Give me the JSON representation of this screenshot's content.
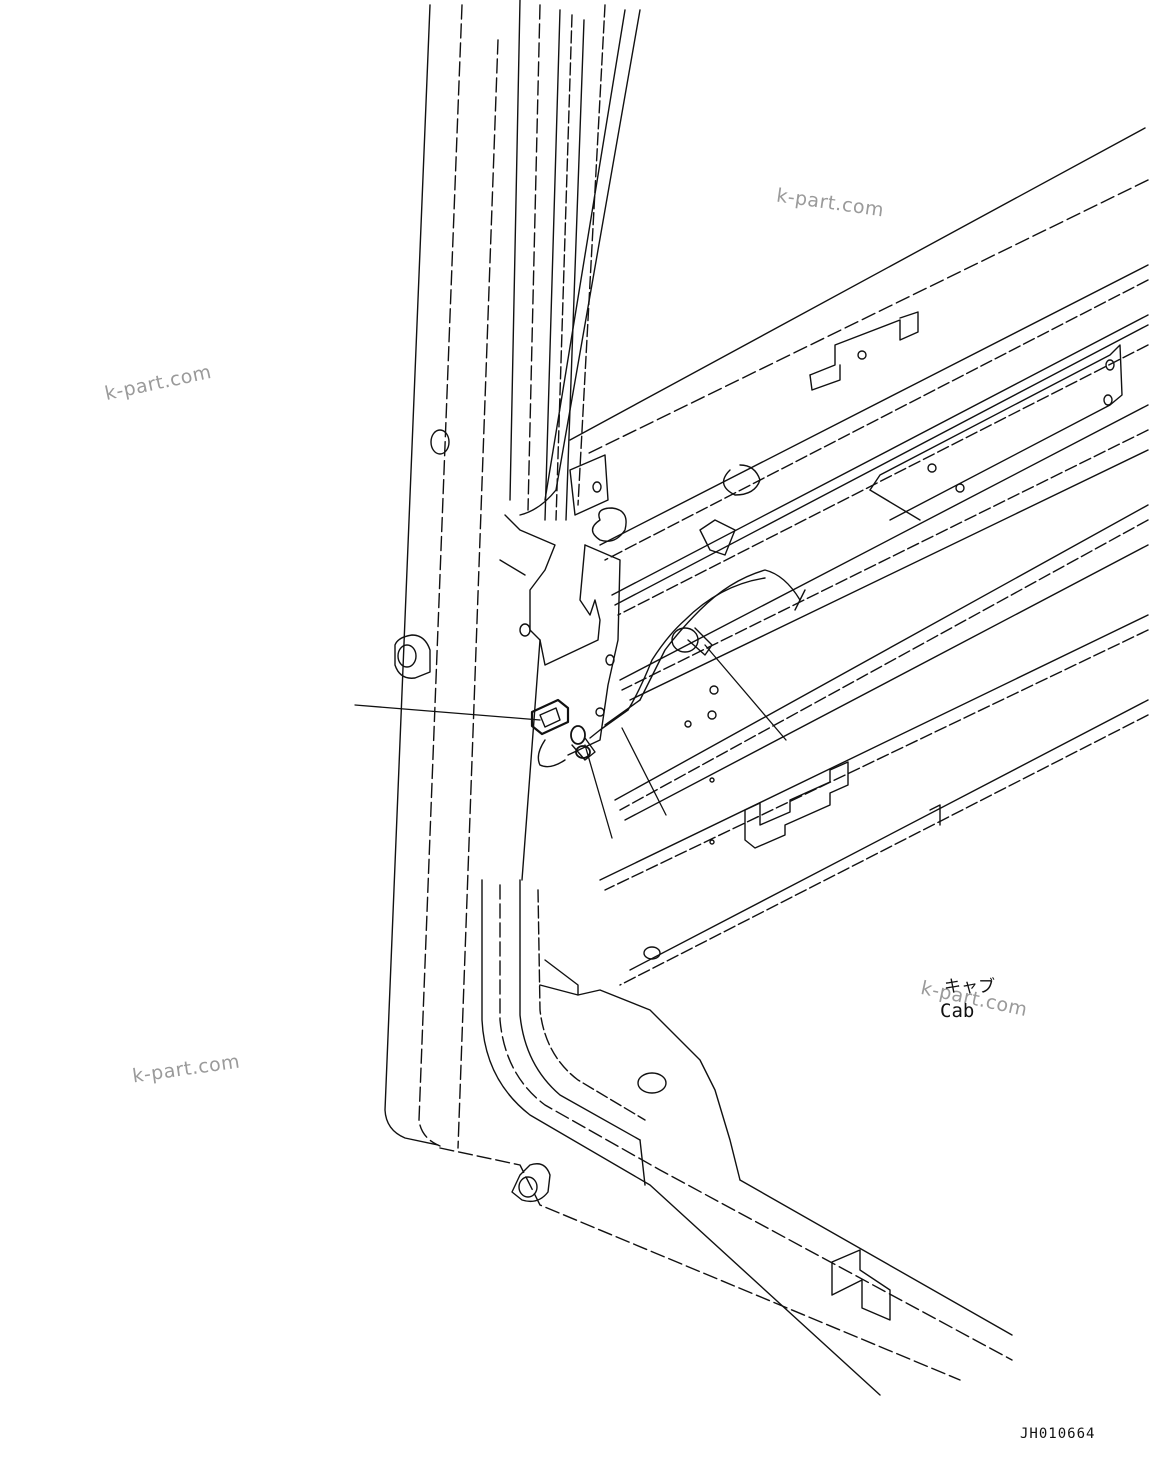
{
  "watermarks": [
    "k-part.com",
    "k-part.com",
    "k-part.com",
    "k-part.com"
  ],
  "component_label_jp": "キャブ",
  "component_label_en": "Cab",
  "drawing_code": "JH010664",
  "colors": {
    "line": "#111111",
    "watermark": "#9a9a9a",
    "background": "#ffffff"
  }
}
